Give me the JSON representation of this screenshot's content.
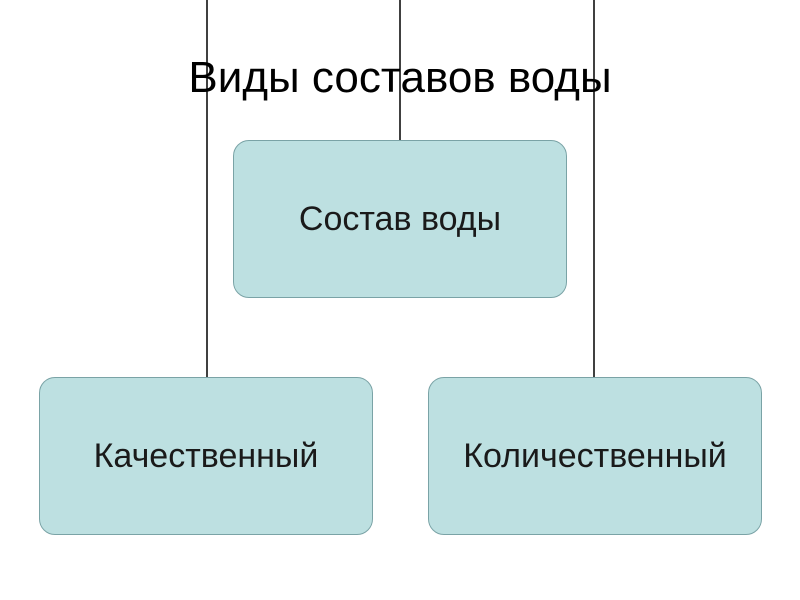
{
  "title": "Виды составов воды",
  "nodes": {
    "root": "Состав воды",
    "left": "Качественный",
    "right": "Количественный"
  },
  "colors": {
    "node_fill": "#bde0e1",
    "node_border": "#7aa3a6",
    "connector": "#000000"
  }
}
